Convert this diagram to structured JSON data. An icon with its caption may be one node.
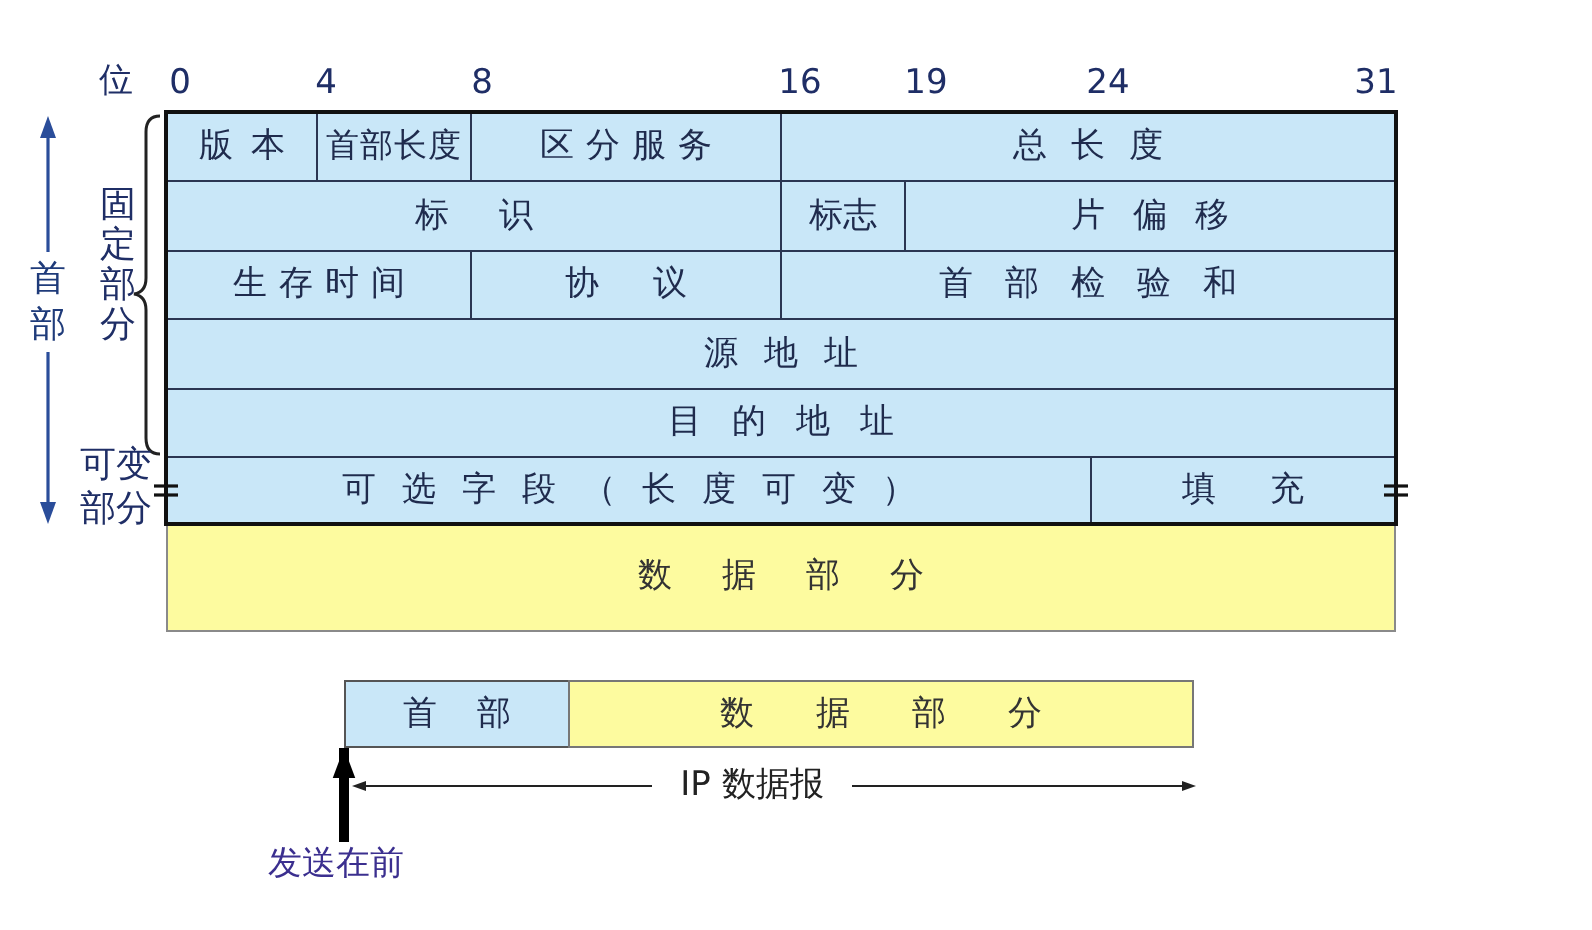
{
  "diagram": {
    "nodes": [
      {
        "text": [
          "版本"
        ]
      },
      {
        "text": [
          "首部长度"
        ]
      },
      {
        "text": [
          "区分服务"
        ]
      },
      {
        "text": [
          "总长度"
        ]
      },
      {
        "text": [
          "标识"
        ]
      },
      {
        "text": [
          "标志"
        ]
      },
      {
        "text": [
          "片偏移"
        ]
      },
      {
        "text": [
          "生存时间"
        ]
      },
      {
        "text": [
          "协议"
        ]
      },
      {
        "text": [
          "首部检验和"
        ]
      },
      {
        "text": [
          "源地址"
        ]
      },
      {
        "text": [
          "目的地址"
        ]
      },
      {
        "text": [
          "可选字段（长度可变）"
        ]
      },
      {
        "text": [
          "填充"
        ]
      },
      {
        "text": [
          "数据部分"
        ]
      },
      {
        "text": [
          "首部"
        ]
      },
      {
        "text": [
          "数据部分"
        ]
      },
      {
        "text": [
          "发送在前"
        ]
      }
    ],
    "edges": [
      {
        "from": 17,
        "to": 15,
        "arrow": "to"
      }
    ],
    "labels": [
      "位",
      "0",
      "4",
      "8",
      "16",
      "19",
      "24",
      "31",
      "固定部分",
      "首部",
      "可变部分",
      "IP 数据报"
    ]
  }
}
